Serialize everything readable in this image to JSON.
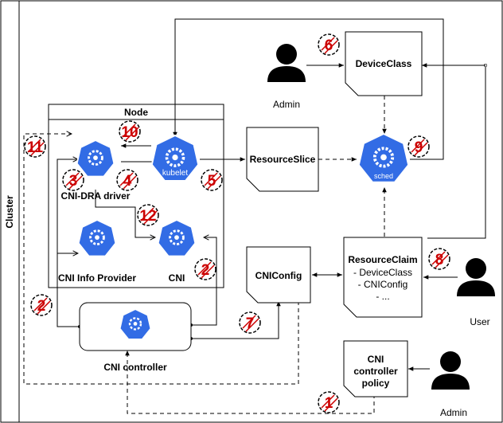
{
  "cluster": {
    "label": "Cluster"
  },
  "node": {
    "label": "Node"
  },
  "components": {
    "device_class": "DeviceClass",
    "resource_slice": "ResourceSlice",
    "cni_config": "CNIConfig",
    "resource_claim": {
      "title": "ResourceClaim",
      "lines": [
        "- DeviceClass",
        "- CNIConfig",
        "- ..."
      ]
    },
    "cni_controller_policy": [
      "CNI",
      "controller",
      "policy"
    ],
    "kubelet": "kubelet",
    "sched": "sched",
    "cni_dra_driver": "CNI-DRA driver",
    "cni_info_provider": "CNI Info Provider",
    "cni": "CNI",
    "cni_controller": "CNI controller"
  },
  "actors": {
    "admin_top": "Admin",
    "user": "User",
    "admin_bottom": "Admin"
  },
  "steps": [
    "6",
    "10",
    "11",
    "3",
    "4",
    "5",
    "9",
    "12",
    "2",
    "2",
    "8",
    "7",
    "1"
  ],
  "colors": {
    "k8s_blue": "#326ce5",
    "badge_red": "#cc0000",
    "line": "#000000"
  }
}
